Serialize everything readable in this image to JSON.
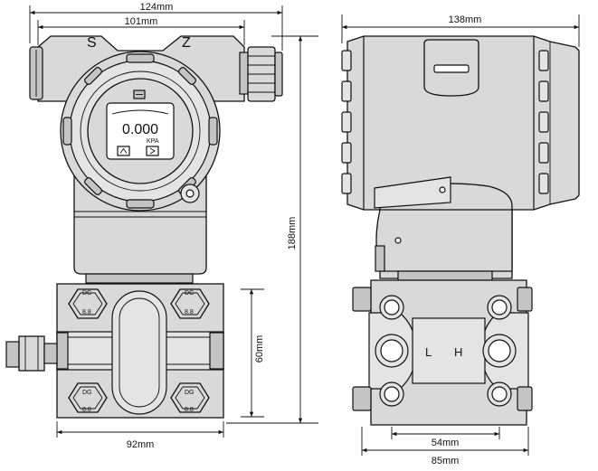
{
  "front_view": {
    "label_s": "S",
    "label_z": "Z",
    "display_value": "0.000",
    "display_unit": "KPA",
    "flange_mark": "DG",
    "flange_code": "8.8"
  },
  "side_view": {
    "port_low": "L",
    "port_high": "H"
  },
  "dimensions": {
    "overall_width": "124mm",
    "housing_width": "101mm",
    "overall_height": "188mm",
    "flange_height": "60mm",
    "flange_width": "92mm",
    "side_length": "138mm",
    "port_spacing": "54mm",
    "side_flange_width": "85mm"
  }
}
